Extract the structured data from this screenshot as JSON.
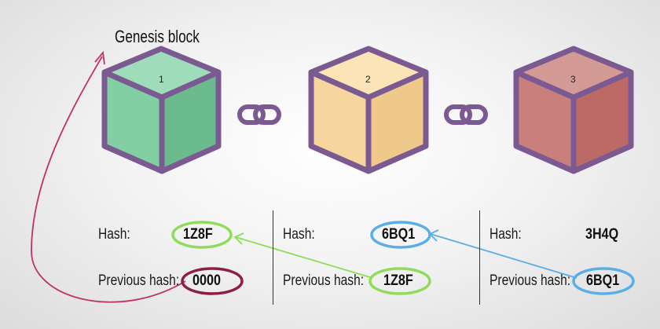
{
  "genesis_label": "Genesis block",
  "blocks": [
    {
      "number": "1",
      "hash": "1Z8F",
      "previous_hash": "0000",
      "colors": {
        "top": "#9fdcb9",
        "left": "#82cfa3",
        "right": "#6bbb8f"
      }
    },
    {
      "number": "2",
      "hash": "6BQ1",
      "previous_hash": "1Z8F",
      "colors": {
        "top": "#fbe4b5",
        "left": "#f6d69c",
        "right": "#efc98a"
      }
    },
    {
      "number": "3",
      "hash": "3H4Q",
      "previous_hash": "6BQ1",
      "colors": {
        "top": "#d49a95",
        "left": "#c9807c",
        "right": "#bd6a66"
      }
    }
  ],
  "labels": {
    "hash": "Hash:",
    "previous_hash": "Previous hash:"
  },
  "colors": {
    "cube_outline": "#7b5a92",
    "chain_link": "#7b5a92",
    "ring_green": "#8fdc5a",
    "ring_blue": "#5aaee6",
    "ring_maroon": "#8e1e45",
    "genesis_arrow": "#c2306c"
  },
  "icons": [
    "chain-link-icon",
    "chain-link-icon"
  ]
}
